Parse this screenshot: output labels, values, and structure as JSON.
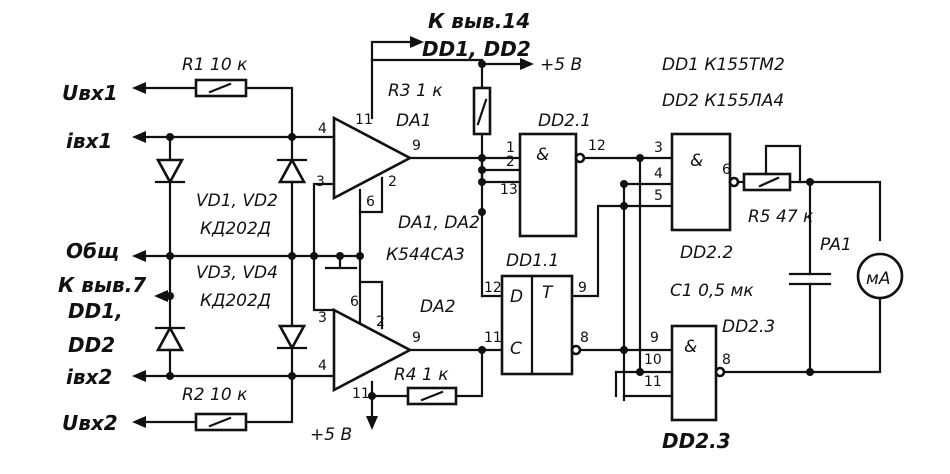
{
  "labels": {
    "power_top_1": "К выв.14",
    "power_top_2": "DD1, DD2",
    "supply_top": "+5 В",
    "supply_bottom": "+5 В",
    "uin1": "Uвх1",
    "iin1": "iвх1",
    "common": "Общ",
    "to_pin7_1": "К выв.7",
    "to_pin7_2": "DD1,",
    "to_pin7_3": "DD2",
    "iin2": "iвх2",
    "uin2": "Uвх2",
    "r1": "R1   10 к",
    "r2": "R2   10 к",
    "r3": "R3   1 к",
    "r4": "R4   1 к",
    "r5": "R5   47 к",
    "vd12_1": "VD1, VD2",
    "vd12_2": "КД202Д",
    "vd34_1": "VD3, VD4",
    "vd34_2": "КД202Д",
    "da1": "DA1",
    "da2": "DA2",
    "da_type_1": "DA1, DA2",
    "da_type_2": "К544СА3",
    "dd1_line": "DD1    К155ТМ2",
    "dd2_line": "DD2    К155ЛА4",
    "dd21": "DD2.1",
    "dd22": "DD2.2",
    "dd23_top": "DD2.3",
    "dd23_bottom": "DD2.3",
    "dd11": "DD1.1",
    "c1": "С1   0,5 мк",
    "pa1": "PA1",
    "meter": "мА",
    "and_sym": "&",
    "t_sym": "T",
    "d_sym": "D",
    "c_sym": "C"
  },
  "pins": {
    "da1_in_p": "4",
    "da1_in_n": "3",
    "da1_top": "11",
    "da1_out": "9",
    "da1_b6": "6",
    "da1_b2": "2",
    "da2_in_n": "3",
    "da2_in_p": "4",
    "da2_t6": "6",
    "da2_t2": "2",
    "da2_out": "9",
    "da2_bot": "11",
    "dd21_1": "1",
    "dd21_2": "2",
    "dd21_13": "13",
    "dd21_out": "12",
    "dd22_3": "3",
    "dd22_4": "4",
    "dd22_5": "5",
    "dd22_out": "6",
    "dd23_9": "9",
    "dd23_10": "10",
    "dd23_11": "11",
    "dd23_out": "8",
    "dd11_d": "12",
    "dd11_c": "11",
    "dd11_q": "9",
    "dd11_nq": "8"
  }
}
